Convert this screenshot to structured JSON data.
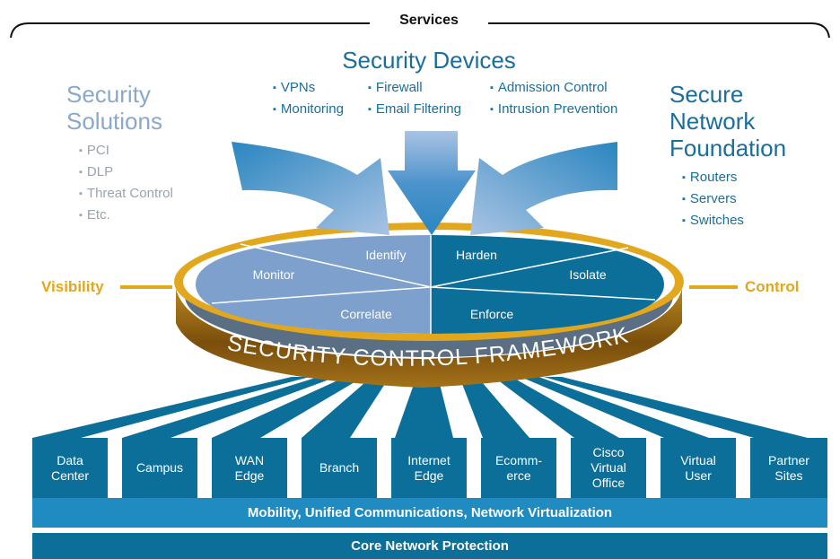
{
  "header": {
    "title": "Services"
  },
  "security_devices": {
    "title": "Security Devices",
    "items": [
      "VPNs",
      "Firewall",
      "Admission Control",
      "Monitoring",
      "Email Filtering",
      "Intrusion Prevention"
    ]
  },
  "security_solutions": {
    "title_line1": "Security",
    "title_line2": "Solutions",
    "items": [
      "PCI",
      "DLP",
      "Threat Control",
      "Etc."
    ]
  },
  "secure_network_foundation": {
    "title_line1": "Secure",
    "title_line2": "Network",
    "title_line3": "Foundation",
    "items": [
      "Routers",
      "Servers",
      "Switches"
    ]
  },
  "framework": {
    "visibility_label": "Visibility",
    "control_label": "Control",
    "band_text": "SECURITY CONTROL FRAMEWORK",
    "segments": {
      "identify": "Identify",
      "monitor": "Monitor",
      "correlate": "Correlate",
      "harden": "Harden",
      "isolate": "Isolate",
      "enforce": "Enforce"
    }
  },
  "places": [
    "Data\nCenter",
    "Campus",
    "WAN\nEdge",
    "Branch",
    "Internet\nEdge",
    "Ecomm-\nerce",
    "Cisco\nVirtual\nOffice",
    "Virtual\nUser",
    "Partner\nSites"
  ],
  "bars": {
    "middle": "Mobility, Unified Communications, Network Virtualization",
    "bottom": "Core Network Protection"
  },
  "colors": {
    "dark_blue": "#0c6f99",
    "mid_blue": "#1f8bc0",
    "light_blue": "#7da0cc",
    "gold": "#e2a71c",
    "band_brown": "#8a5a0e",
    "text_blue": "#1a6e9a",
    "text_light_blue": "#8aa9c9"
  }
}
